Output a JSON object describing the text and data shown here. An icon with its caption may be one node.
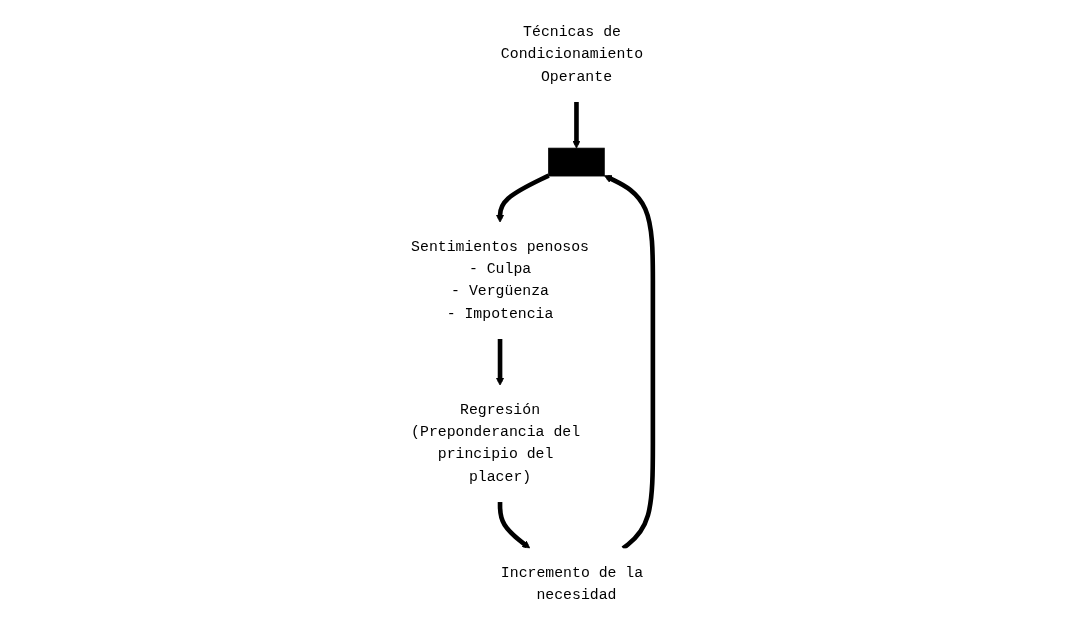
{
  "diagram": {
    "nodes": [
      {
        "text": [
          "Técnicas de Condicionamiento Operante"
        ]
      },
      {
        "text": [],
        "shape": "bar"
      },
      {
        "text": [
          "Sentimientos penosos",
          "- Culpa",
          "- Vergüenza",
          "- Impotencia"
        ]
      },
      {
        "text": [
          "Regresión",
          "(Preponderancia del principio del placer)"
        ]
      },
      {
        "text": [
          "Incremento de la necesidad"
        ]
      }
    ],
    "edges": [
      {
        "from": 0,
        "to": 1,
        "arrow": "to"
      },
      {
        "from": 1,
        "to": 2,
        "arrow": "to"
      },
      {
        "from": 2,
        "to": 3,
        "arrow": "to"
      },
      {
        "from": 3,
        "to": 4,
        "arrow": "to"
      },
      {
        "from": 4,
        "to": 1,
        "arrow": "to"
      }
    ]
  }
}
